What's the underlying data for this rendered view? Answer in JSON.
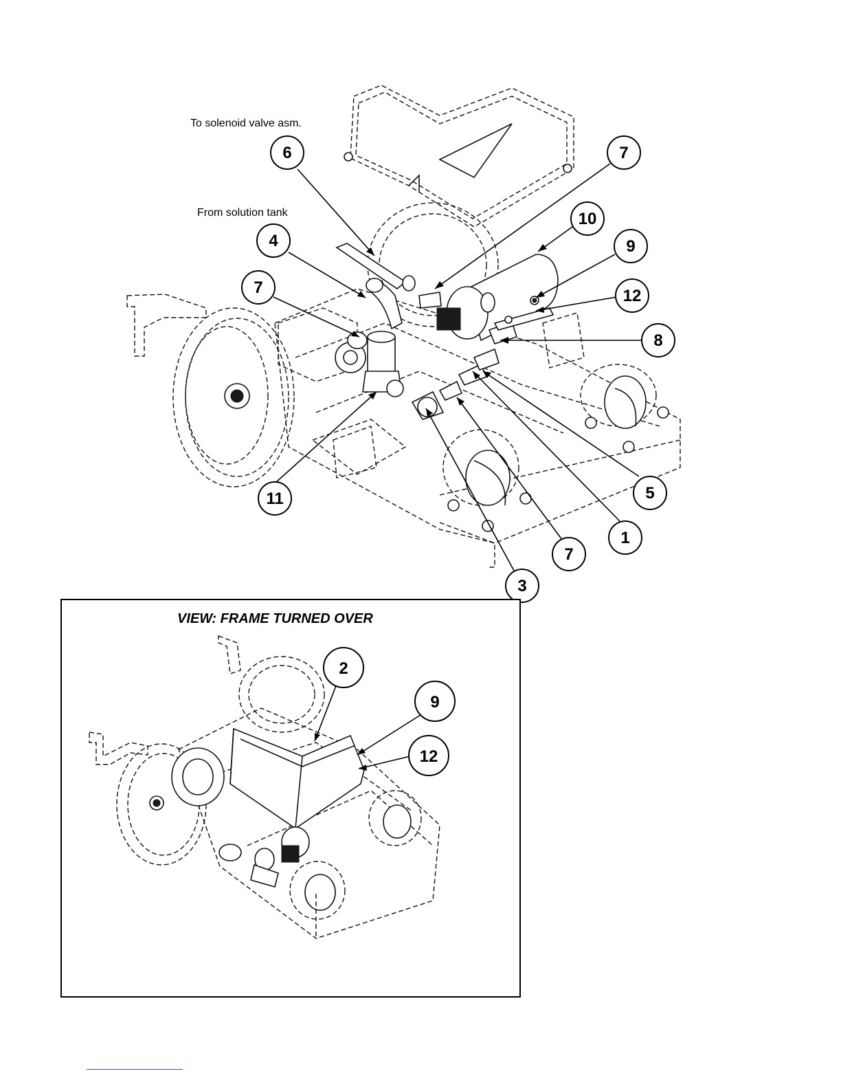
{
  "labels": {
    "to_solenoid": "To solenoid valve asm.",
    "from_tank": "From solution tank",
    "view_title": "VIEW:   FRAME  TURNED  OVER"
  },
  "callouts": {
    "c6": "6",
    "c7a": "7",
    "c10": "10",
    "c9": "9",
    "c12": "12",
    "c4": "4",
    "c7b": "7",
    "c8": "8",
    "c11": "11",
    "c5": "5",
    "c1": "1",
    "c7c": "7",
    "c3": "3",
    "i2": "2",
    "i9": "9",
    "i12": "12"
  }
}
